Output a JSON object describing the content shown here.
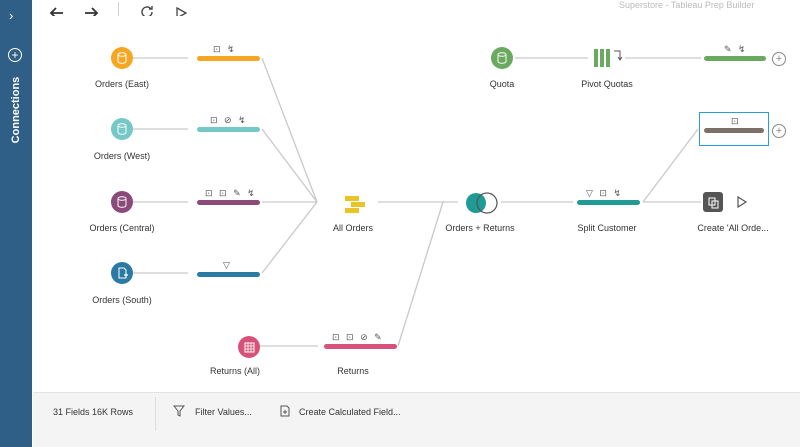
{
  "rail": {
    "label": "Connections",
    "expand_icon": "chevron-right-icon",
    "add_icon": "plus-icon"
  },
  "toolbar": {
    "back_icon": "arrow-left-icon",
    "forward_icon": "arrow-right-icon",
    "refresh_icon": "refresh-icon",
    "run_icon": "play-icon",
    "title": "Superstore - Tableau Prep Builder"
  },
  "nodes": {
    "orders_east": "Orders (East)",
    "orders_west": "Orders (West)",
    "orders_central": "Orders (Central)",
    "orders_south": "Orders (South)",
    "returns_all": "Returns (All)",
    "returns": "Returns",
    "all_orders": "All Orders",
    "orders_returns": "Orders + Returns",
    "split_customer": "Split Customer",
    "quota": "Quota",
    "pivot_quotas": "Pivot Quotas",
    "create_output": "Create 'All Orde..."
  },
  "colors": {
    "orange": "#f5a623",
    "teal_light": "#76c8c8",
    "purple": "#8a4a7a",
    "blue": "#2a7aa3",
    "pink": "#d6527a",
    "green": "#6aaa5e",
    "teal": "#1f9a94",
    "brown": "#7d7068",
    "yellow": "#e8c428",
    "selection": "#2a9fd6"
  },
  "bottom": {
    "field_count": "31 Fields",
    "row_count": "16K Rows",
    "filter_label": "Filter Values...",
    "calc_label": "Create Calculated Field..."
  }
}
